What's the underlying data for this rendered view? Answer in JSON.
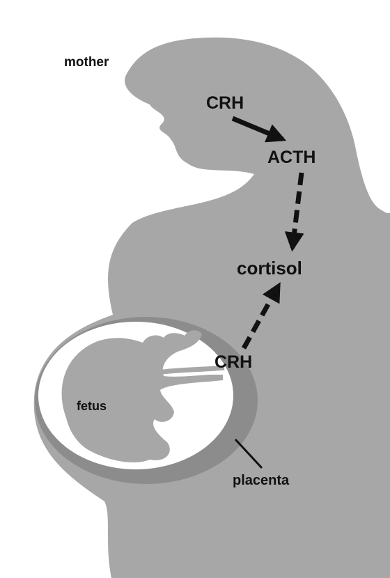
{
  "labels": {
    "mother": "mother",
    "crh_maternal": "CRH",
    "acth": "ACTH",
    "cortisol": "cortisol",
    "crh_placental": "CRH",
    "fetus": "fetus",
    "placenta": "placenta"
  },
  "colors": {
    "body": "#a7a7a7",
    "placenta": "#8c8c8c",
    "amniotic_space": "#ffffff",
    "arrows": "#111111",
    "text": "#111111"
  }
}
